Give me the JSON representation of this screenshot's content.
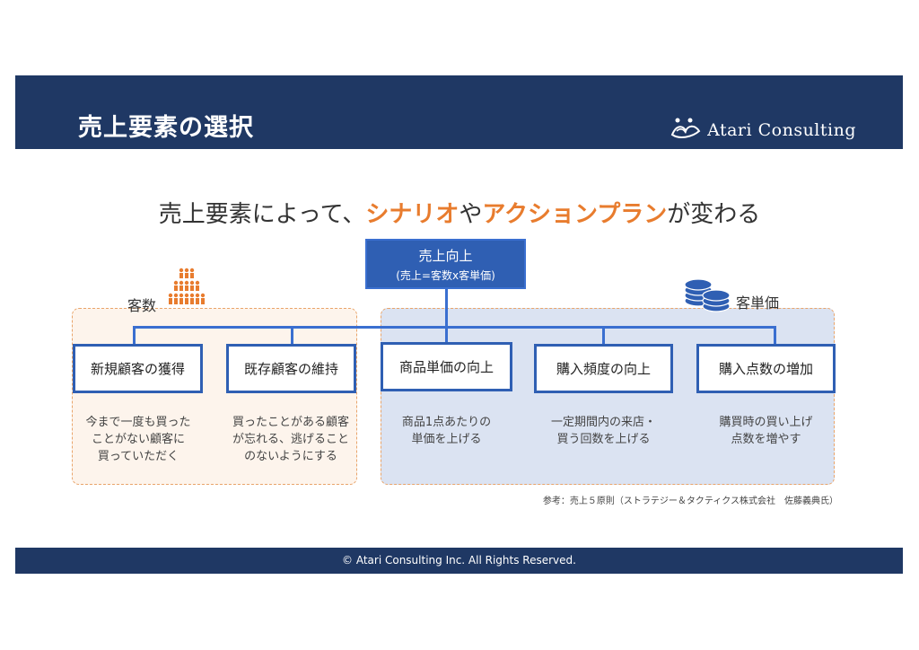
{
  "header": {
    "title": "売上要素の選択",
    "brand": "Atari Consulting"
  },
  "headline": {
    "prefix": "売上要素によって、",
    "hl1": "シナリオ",
    "mid": "や",
    "hl2": "アクションプラン",
    "suffix": "が変わる"
  },
  "top_node": {
    "line1": "売上向上",
    "line2": "(売上=客数x客単価)"
  },
  "groups": {
    "left": "客数",
    "right": "客単価"
  },
  "nodes": [
    {
      "label": "新規顧客の獲得",
      "desc": [
        "今まで一度も買った",
        "ことがない顧客に",
        "買っていただく"
      ]
    },
    {
      "label": "既存顧客の維持",
      "desc": [
        "買ったことがある顧客",
        "が忘れる、逃げること",
        "のないようにする"
      ]
    },
    {
      "label": "商品単価の向上",
      "desc": [
        "商品1点あたりの",
        "単価を上げる"
      ]
    },
    {
      "label": "購入頻度の向上",
      "desc": [
        "一定期間内の来店・",
        "買う回数を上げる"
      ]
    },
    {
      "label": "購入点数の増加",
      "desc": [
        "購買時の買い上げ",
        "点数を増やす"
      ]
    }
  ],
  "reference": "参考：売上５原則（ストラテジー＆タクティクス株式会社　佐藤義典氏）",
  "footer": "© Atari Consulting Inc. All Rights Reserved.",
  "colors": {
    "navy": "#1f3864",
    "blue": "#2f5fb3",
    "orange": "#e87c2e"
  },
  "icons": {
    "people": "people-pyramid-icon",
    "coins": "coin-stack-icon",
    "logo": "logo-icon"
  }
}
